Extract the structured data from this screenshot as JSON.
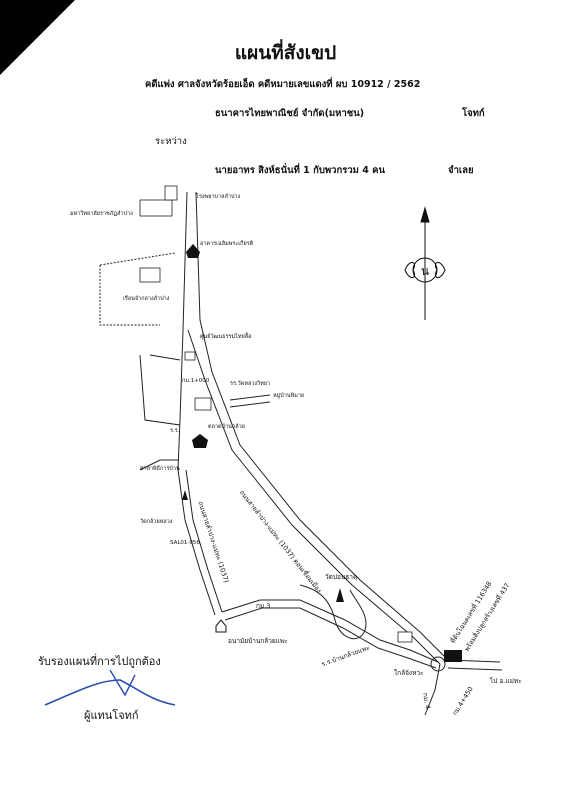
{
  "document": {
    "title": "แผนที่สังเขป",
    "case_line": "คดีแพ่ง  ศาลจังหวัดร้อยเอ็ด  คดีหมายเลขแดงที่  ผบ 10912 / 2562",
    "plaintiff": "ธนาคารไทยพาณิชย์ จำกัด(มหาชน)",
    "plaintiff_role": "โจทก์",
    "between": "ระหว่าง",
    "defendant": "นายอาทร สิงห์ธนั่นที่ 1 กับพวกรวม  4 คน",
    "defendant_role": "จำเลย"
  },
  "map_labels": {
    "hospital": "โรงพยาบาลลำปาง",
    "university": "มหาวิทยาลัยราชภัฏลำปาง",
    "prison": "เรือนจำกลางลำปาง",
    "ntl_building": "อาคารเฉลิมพระเกียรติ",
    "center": "ศูนย์วัฒนธรรมไทยลื้อ",
    "station_code_1": "กม.1+000",
    "school": "รร.วัดหลวงวิทยา",
    "village_wat": "หมู่บ้านพิมาย",
    "market": "ตลาดบ้านกล้วย",
    "wr": "ร.ร.",
    "pagoda": "ศาลาพิธีการบ้าน",
    "temple_left": "วัดกล้วยหลวง",
    "station_code_2": "SAL01-056",
    "road_name": "ถนนสายลำปาง-แม่ทะ (1037) ตอนเชื่อมเมือง",
    "road_left": "ถนนสายลำปาง-แม่ทะ (1037)",
    "temple_right": "วัดบ่อนธาตุ",
    "km3": "กม.3",
    "health": "อนามัยบ้านกล้วยแพะ",
    "school2": "ร.ร.บ้านกล้วยแพะ",
    "nearby": "ใกล้จังหวะ",
    "km4": "กม. 4",
    "km_marker": "กม.4+450",
    "to": "ไป อ.แม่ทะ",
    "land": "ที่ดินโฉนดเลขที่ 116348",
    "land2": "พร้อมสิ่งปลูกสร้างเลขที่ 437"
  },
  "certification": {
    "certify_text": "รับรองแผนที่การไปถูกต้อง",
    "signer": "ผู้แทนโจทก์"
  },
  "compass": {
    "letter": "น"
  }
}
